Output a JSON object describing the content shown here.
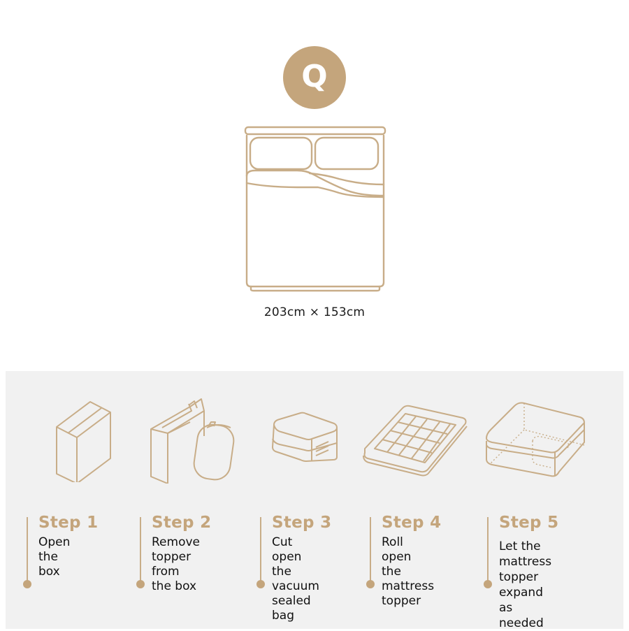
{
  "size": {
    "badge_letter": "Q",
    "dimensions": "203cm × 153cm"
  },
  "colors": {
    "accent_gold": "#c4a57c",
    "line_gold": "#c8ad88",
    "panel_bg": "#f1f1f1",
    "text": "#111111"
  },
  "steps": [
    {
      "title": "Step 1",
      "description": "Open the box",
      "icon": "closed-box-icon"
    },
    {
      "title": "Step 2",
      "description": "Remove topper\nfrom the box",
      "icon": "open-box-with-rolled-topper-icon"
    },
    {
      "title": "Step 3",
      "description": "Cut open\nthe vacuum\nsealed bag",
      "icon": "folded-topper-icon"
    },
    {
      "title": "Step 4",
      "description": "Roll open\nthe mattress\ntopper",
      "icon": "quilted-topper-icon"
    },
    {
      "title": "Step 5",
      "description": "Let the mattress\ntopper expand\nas needed",
      "icon": "expanded-topper-icon"
    }
  ]
}
